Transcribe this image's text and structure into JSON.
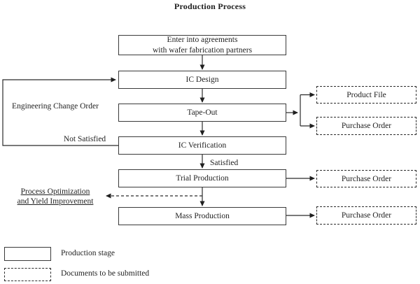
{
  "title": "Production Process",
  "stages": [
    {
      "label": "Enter into agreements\nwith wafer fabrication partners"
    },
    {
      "label": "IC Design"
    },
    {
      "label": "Tape-Out"
    },
    {
      "label": "IC Verification"
    },
    {
      "label": "Trial Production"
    },
    {
      "label": "Mass Production"
    }
  ],
  "documents": [
    {
      "label": "Product File"
    },
    {
      "label": "Purchase Order"
    },
    {
      "label": "Purchase Order"
    },
    {
      "label": "Purchase Order"
    }
  ],
  "annotations": {
    "engineering_change_order": "Engineering Change Order",
    "not_satisfied": "Not Satisfied",
    "satisfied": "Satisfied",
    "process_optimization": "Process Optimization\nand Yield Improvement"
  },
  "legend": [
    {
      "style": "solid",
      "label": "Production stage"
    },
    {
      "style": "dashed",
      "label": "Documents to be submitted"
    }
  ],
  "colors": {
    "line": "#2b2b2b",
    "text": "#1f1f1f",
    "background": "#ffffff"
  }
}
